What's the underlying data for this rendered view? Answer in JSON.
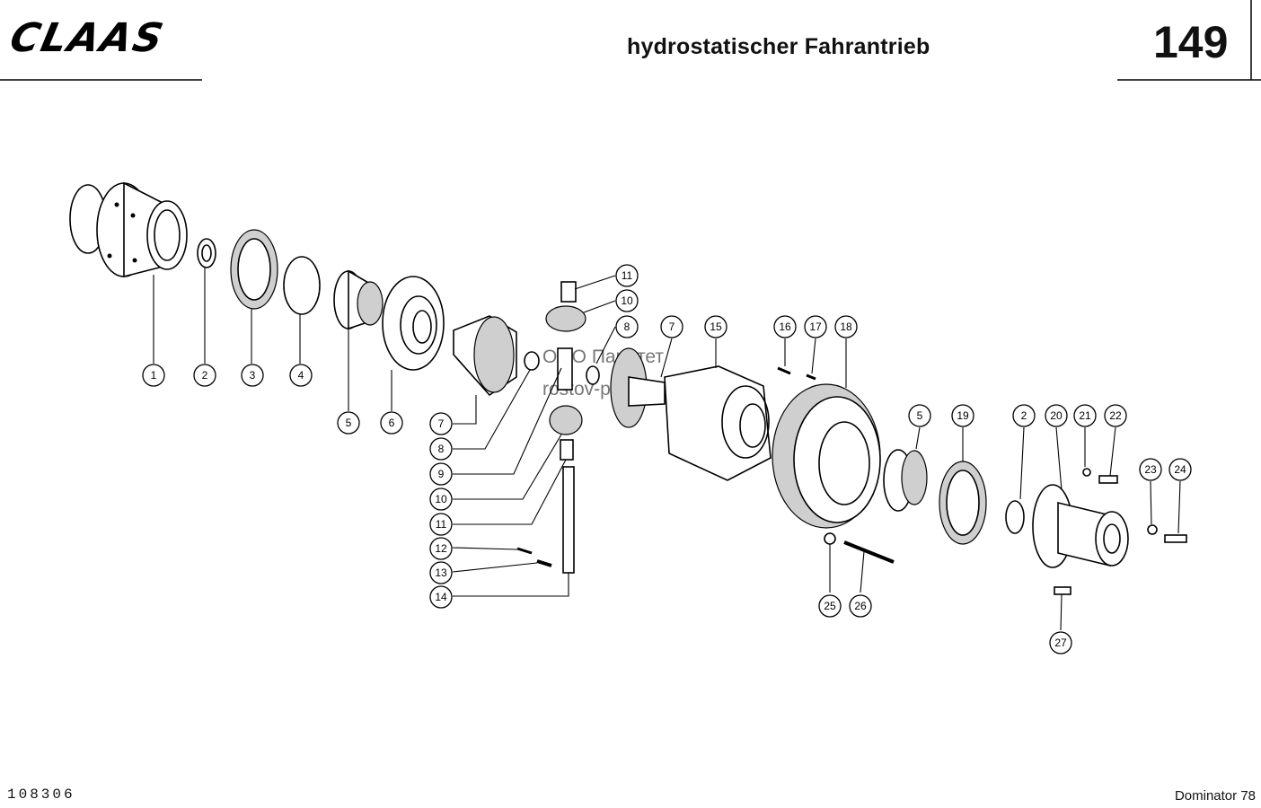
{
  "header": {
    "brand": "CLAAS",
    "title": "hydrostatischer Fahrantrieb",
    "page_number": "149"
  },
  "footer": {
    "code": "108306",
    "model": "Dominator 78"
  },
  "watermark": {
    "line1": "ООО Паритет",
    "line2": "rostov-paritet.ru"
  },
  "callouts": [
    "1",
    "2",
    "3",
    "4",
    "5",
    "6",
    "7",
    "8",
    "9",
    "10",
    "11",
    "12",
    "13",
    "14",
    "11",
    "10",
    "8",
    "7",
    "15",
    "16",
    "17",
    "18",
    "5",
    "19",
    "2",
    "20",
    "21",
    "22",
    "23",
    "24",
    "25",
    "26",
    "27"
  ]
}
